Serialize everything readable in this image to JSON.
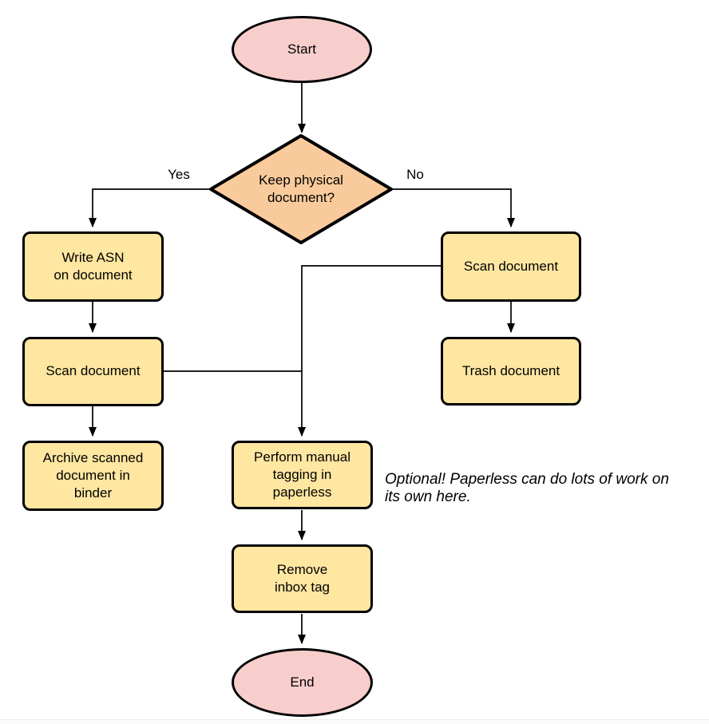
{
  "diagram": {
    "nodes": {
      "start": {
        "label": "Start"
      },
      "decision": {
        "label": "Keep physical\ndocument?"
      },
      "write_asn": {
        "label": "Write ASN\non document"
      },
      "scan_left": {
        "label": "Scan document"
      },
      "archive": {
        "label": "Archive scanned\ndocument in\nbinder"
      },
      "scan_right": {
        "label": "Scan document"
      },
      "trash": {
        "label": "Trash document"
      },
      "tagging": {
        "label": "Perform manual\ntagging in\npaperless"
      },
      "remove_inbox": {
        "label": "Remove\ninbox tag"
      },
      "end": {
        "label": "End"
      }
    },
    "edge_labels": {
      "yes": "Yes",
      "no": "No"
    },
    "note": {
      "text": "Optional! Paperless can do lots of work on\nits own here."
    },
    "colors": {
      "terminal_fill": "#f8cecc",
      "decision_fill": "#f9cb9c",
      "process_fill": "#ffe6a1",
      "line_color": "#000000"
    }
  }
}
